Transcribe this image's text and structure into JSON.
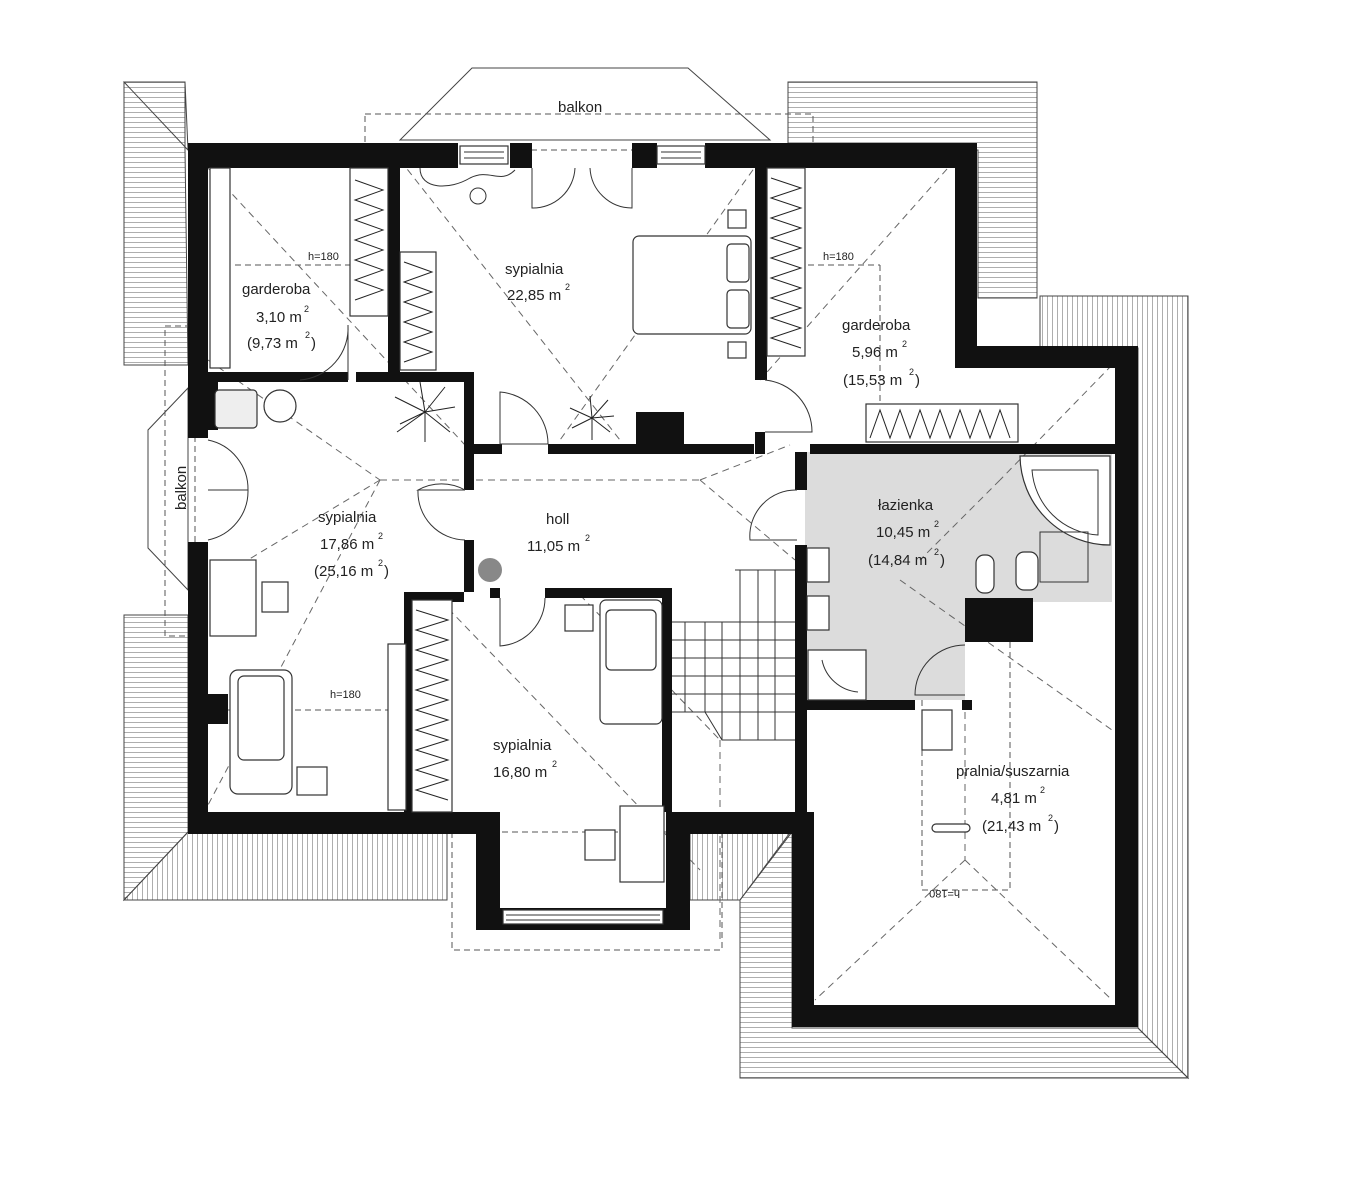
{
  "rooms": {
    "garderoba_left": {
      "name": "garderoba",
      "area": "3,10 m",
      "area2": "(9,73 m",
      "sup": "2",
      "close": ")"
    },
    "sypialnia_top": {
      "name": "sypialnia",
      "area": "22,85 m",
      "sup": "2"
    },
    "garderoba_right": {
      "name": "garderoba",
      "area": "5,96 m",
      "area2": "(15,53 m",
      "sup": "2",
      "close": ")"
    },
    "sypialnia_left": {
      "name": "sypialnia",
      "area": "17,86 m",
      "area2": "(25,16 m",
      "sup": "2",
      "close": ")"
    },
    "holl": {
      "name": "holl",
      "area": "11,05 m",
      "sup": "2"
    },
    "lazienka": {
      "name": "łazienka",
      "area": "10,45 m",
      "area2": "(14,84 m",
      "sup": "2",
      "close": ")"
    },
    "sypialnia_bottom": {
      "name": "sypialnia",
      "area": "16,80 m",
      "sup": "2"
    },
    "pralnia": {
      "name": "pralnia/suszarnia",
      "area": "4,81 m",
      "area2": "(21,43 m",
      "sup": "2",
      "close": ")"
    }
  },
  "labels": {
    "balkon_top": "balkon",
    "balkon_left": "balkon",
    "h180_a": "h=180",
    "h180_b": "h=180",
    "h180_c": "h=180",
    "h180_d": "h=180"
  },
  "colors": {
    "wall": "#111111",
    "bathroom_fill": "#dcdcdc"
  }
}
